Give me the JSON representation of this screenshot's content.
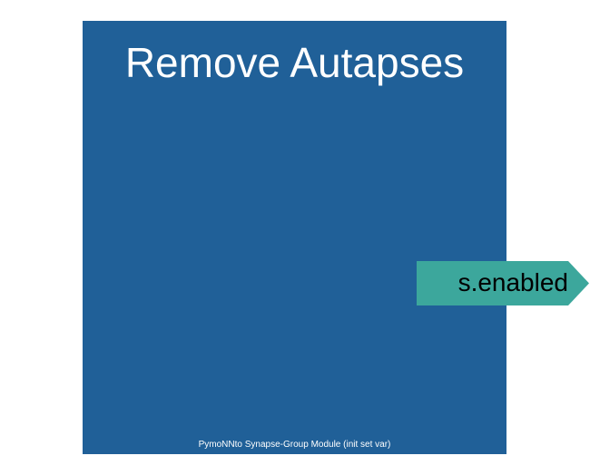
{
  "module": {
    "title": "Remove Autapses",
    "footer": "PymoNNto Synapse-Group Module (init set var)",
    "background_color": "#206098",
    "text_color": "#ffffff"
  },
  "ports": [
    {
      "label": "s.enabled",
      "color": "#3ca79c",
      "text_color": "#000000"
    }
  ]
}
